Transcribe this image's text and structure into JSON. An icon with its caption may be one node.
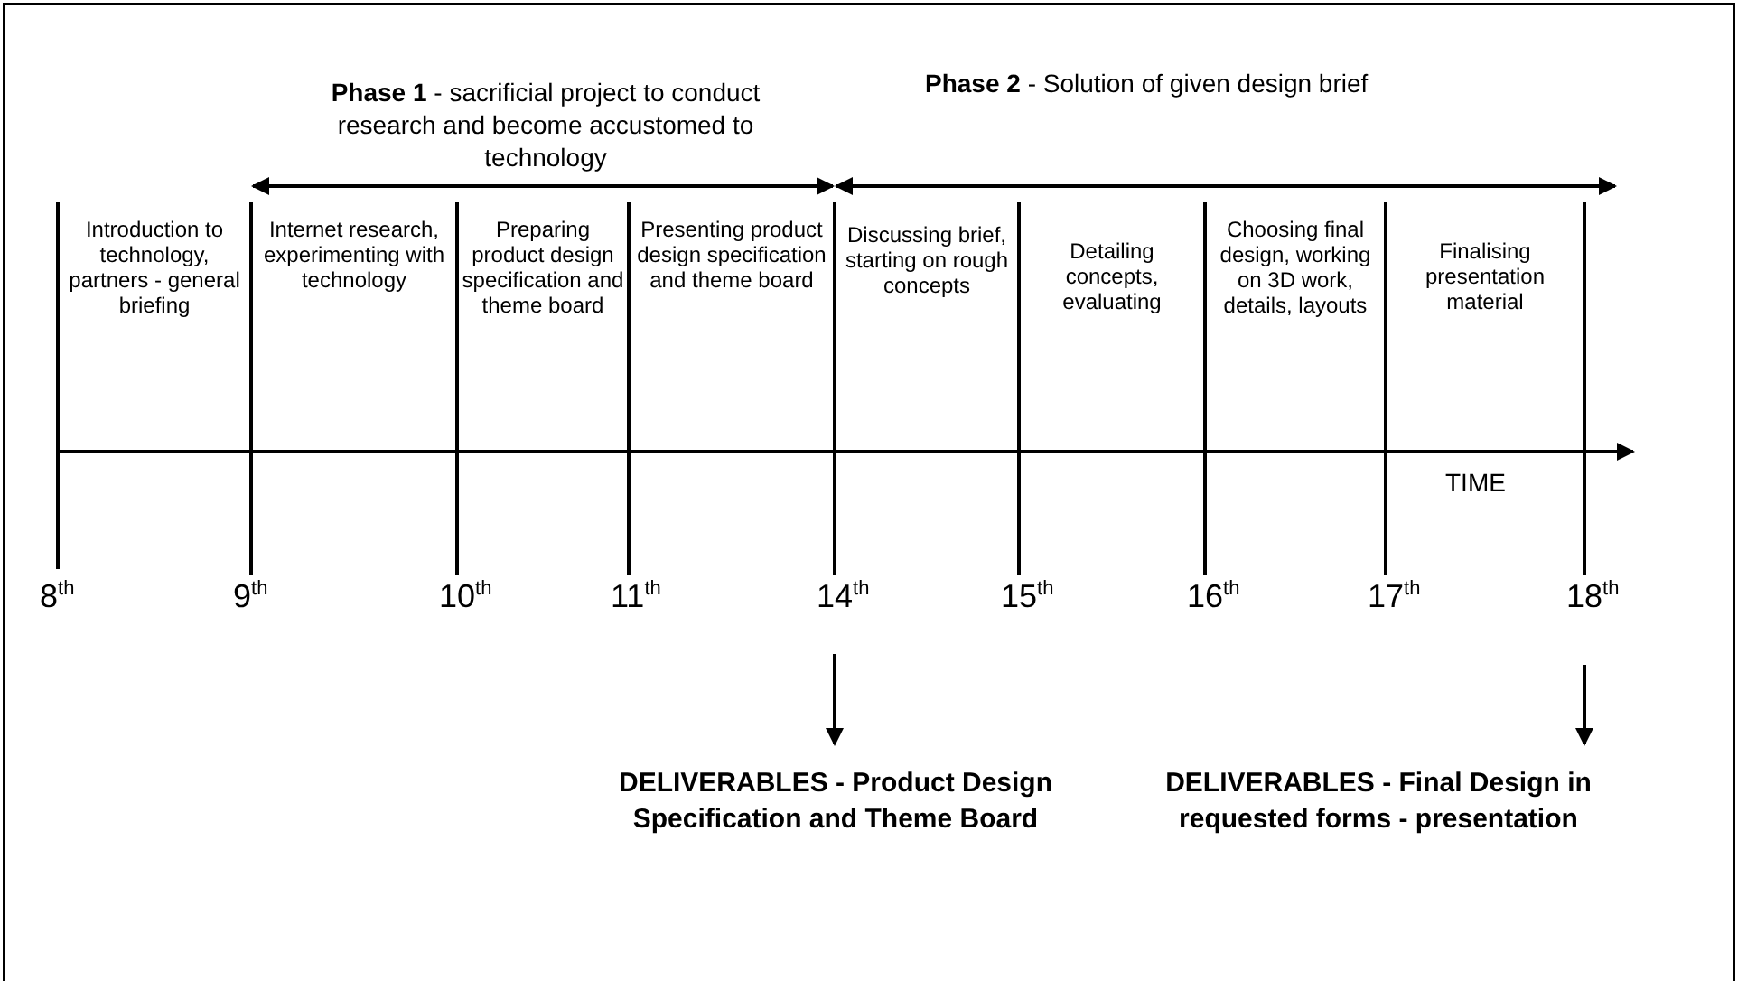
{
  "diagram": {
    "nodes": [
      {
        "text": [
          "DELIVERABLES - Product Design Specification and Theme Board"
        ]
      },
      {
        "text": [
          "DELIVERABLES - Final Design in requested forms - presentation"
        ]
      }
    ],
    "edges": [
      {
        "from": null,
        "to": 0,
        "arrow": "to"
      },
      {
        "from": null,
        "to": 1,
        "arrow": "to"
      }
    ],
    "labels": [
      "**Phase 1** - sacrificial project to conduct research and become accustomed to technology",
      "**Phase 2** - Solution of given design brief",
      "Introduction to technology, partners - general briefing",
      "Internet research, experimenting with technology",
      "Preparing product design specification and theme board",
      "Presenting product design specification and theme board",
      "Discussing brief, starting on rough concepts",
      "Detailing concepts, evaluating",
      "Choosing final design, working on 3D work, details, layouts",
      "Finalising presentation material",
      "TIME",
      "8$^{th}$",
      "9$^{th}$",
      "10$^{th}$",
      "11$^{th}$",
      "14$^{th}$",
      "15$^{th}$",
      "16$^{th}$",
      "17$^{th}$",
      "18$^{th}$"
    ]
  }
}
